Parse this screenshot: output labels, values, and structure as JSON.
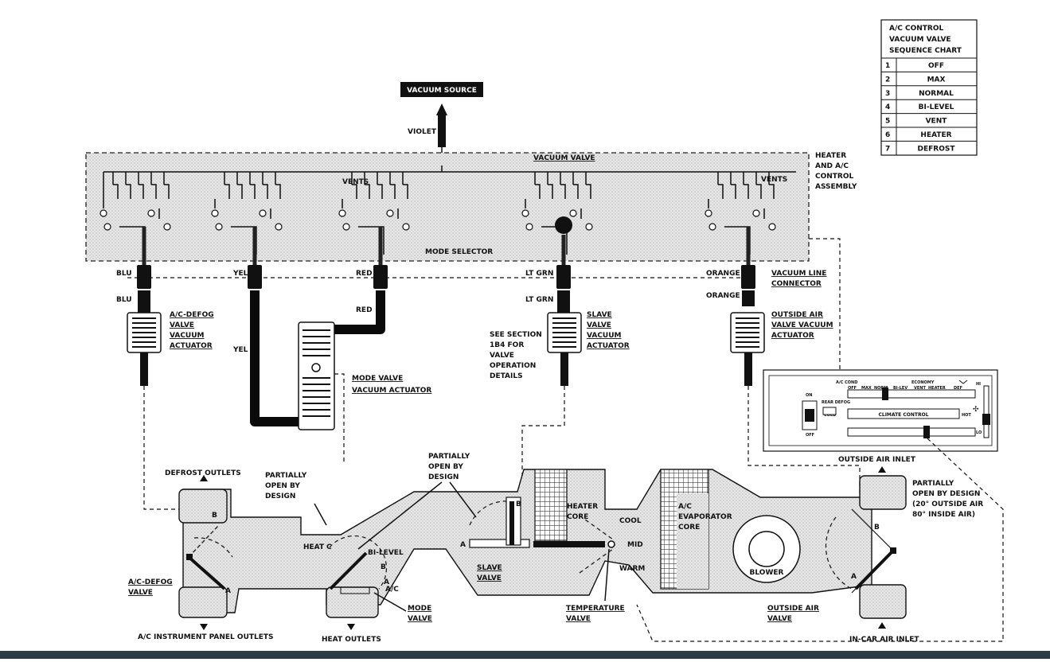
{
  "sequence_chart": {
    "title": [
      "A/C CONTROL",
      "VACUUM VALVE",
      "SEQUENCE CHART"
    ],
    "rows": [
      {
        "num": "1",
        "mode": "OFF"
      },
      {
        "num": "2",
        "mode": "MAX"
      },
      {
        "num": "3",
        "mode": "NORMAL"
      },
      {
        "num": "4",
        "mode": "BI-LEVEL"
      },
      {
        "num": "5",
        "mode": "VENT"
      },
      {
        "num": "6",
        "mode": "HEATER"
      },
      {
        "num": "7",
        "mode": "DEFROST"
      }
    ]
  },
  "vacuum_source": "VACUUM SOURCE",
  "violet": "VIOLET",
  "vacuum_valve": "VACUUM VALVE",
  "assembly": [
    "HEATER",
    "AND A/C",
    "CONTROL",
    "ASSEMBLY"
  ],
  "mode_selector": "MODE SELECTOR",
  "vents": "VENTS",
  "colors": {
    "blu": "BLU",
    "yel": "YEL",
    "red": "RED",
    "ltgrn": "LT GRN",
    "orange": "ORANGE"
  },
  "vacuum_line_connector": [
    "VACUUM LINE",
    "CONNECTOR"
  ],
  "ac_defog_actuator": [
    "A/C-DEFOG",
    "VALVE",
    "VACUUM",
    "ACTUATOR"
  ],
  "mode_valve_actuator": [
    "MODE VALVE",
    "VACUUM ACTUATOR"
  ],
  "slave_actuator": [
    "SLAVE",
    "VALVE",
    "VACUUM",
    "ACTUATOR"
  ],
  "see_section": [
    "SEE SECTION",
    "1B4 FOR",
    "VALVE",
    "OPERATION",
    "DETAILS"
  ],
  "outside_air_actuator": [
    "OUTSIDE AIR",
    "VALVE VACUUM",
    "ACTUATOR"
  ],
  "control_panel": {
    "ac_cond": "A/C COND",
    "economy": "ECONOMY",
    "positions": [
      "OFF",
      "MAX",
      "NORM",
      "BI-LEV",
      "VENT",
      "HEATER",
      "DEF"
    ],
    "on": "ON",
    "off": "OFF",
    "rear_defog": "REAR DEFOG",
    "cold": "COLD",
    "hot": "HOT",
    "climate_control": "CLIMATE CONTROL",
    "hi": "HI",
    "lo": "LO"
  },
  "outlets": {
    "defrost": "DEFROST OUTLETS",
    "ac_panel": "A/C INSTRUMENT PANEL OUTLETS",
    "heat": "HEAT OUTLETS",
    "outside_inlet": "OUTSIDE AIR INLET",
    "incar_inlet": "IN-CAR AIR INLET"
  },
  "partially_open_1": [
    "PARTIALLY",
    "OPEN BY",
    "DESIGN"
  ],
  "partially_open_2": [
    "PARTIALLY",
    "OPEN BY",
    "DESIGN"
  ],
  "partially_open_3": [
    "PARTIALLY",
    "OPEN BY DESIGN",
    "(20° OUTSIDE AIR",
    "80° INSIDE AIR)"
  ],
  "valves": {
    "ac_defog": [
      "A/C-DEFOG",
      "VALVE"
    ],
    "mode": [
      "MODE",
      "VALVE"
    ],
    "slave": [
      "SLAVE",
      "VALVE"
    ],
    "temperature": [
      "TEMPERATURE",
      "VALVE"
    ],
    "outside_air": [
      "OUTSIDE AIR",
      "VALVE"
    ]
  },
  "duct_labels": {
    "heat": "HEAT",
    "c": "C",
    "bilevel": "BI-LEVEL",
    "a": "A",
    "b": "B",
    "ac": "A/C",
    "heater_core": [
      "HEATER",
      "CORE"
    ],
    "cool": "COOL",
    "mid": "MID",
    "warm": "WARM",
    "evaporator": [
      "A/C",
      "EVAPORATOR",
      "CORE"
    ],
    "blower": "BLOWER"
  }
}
